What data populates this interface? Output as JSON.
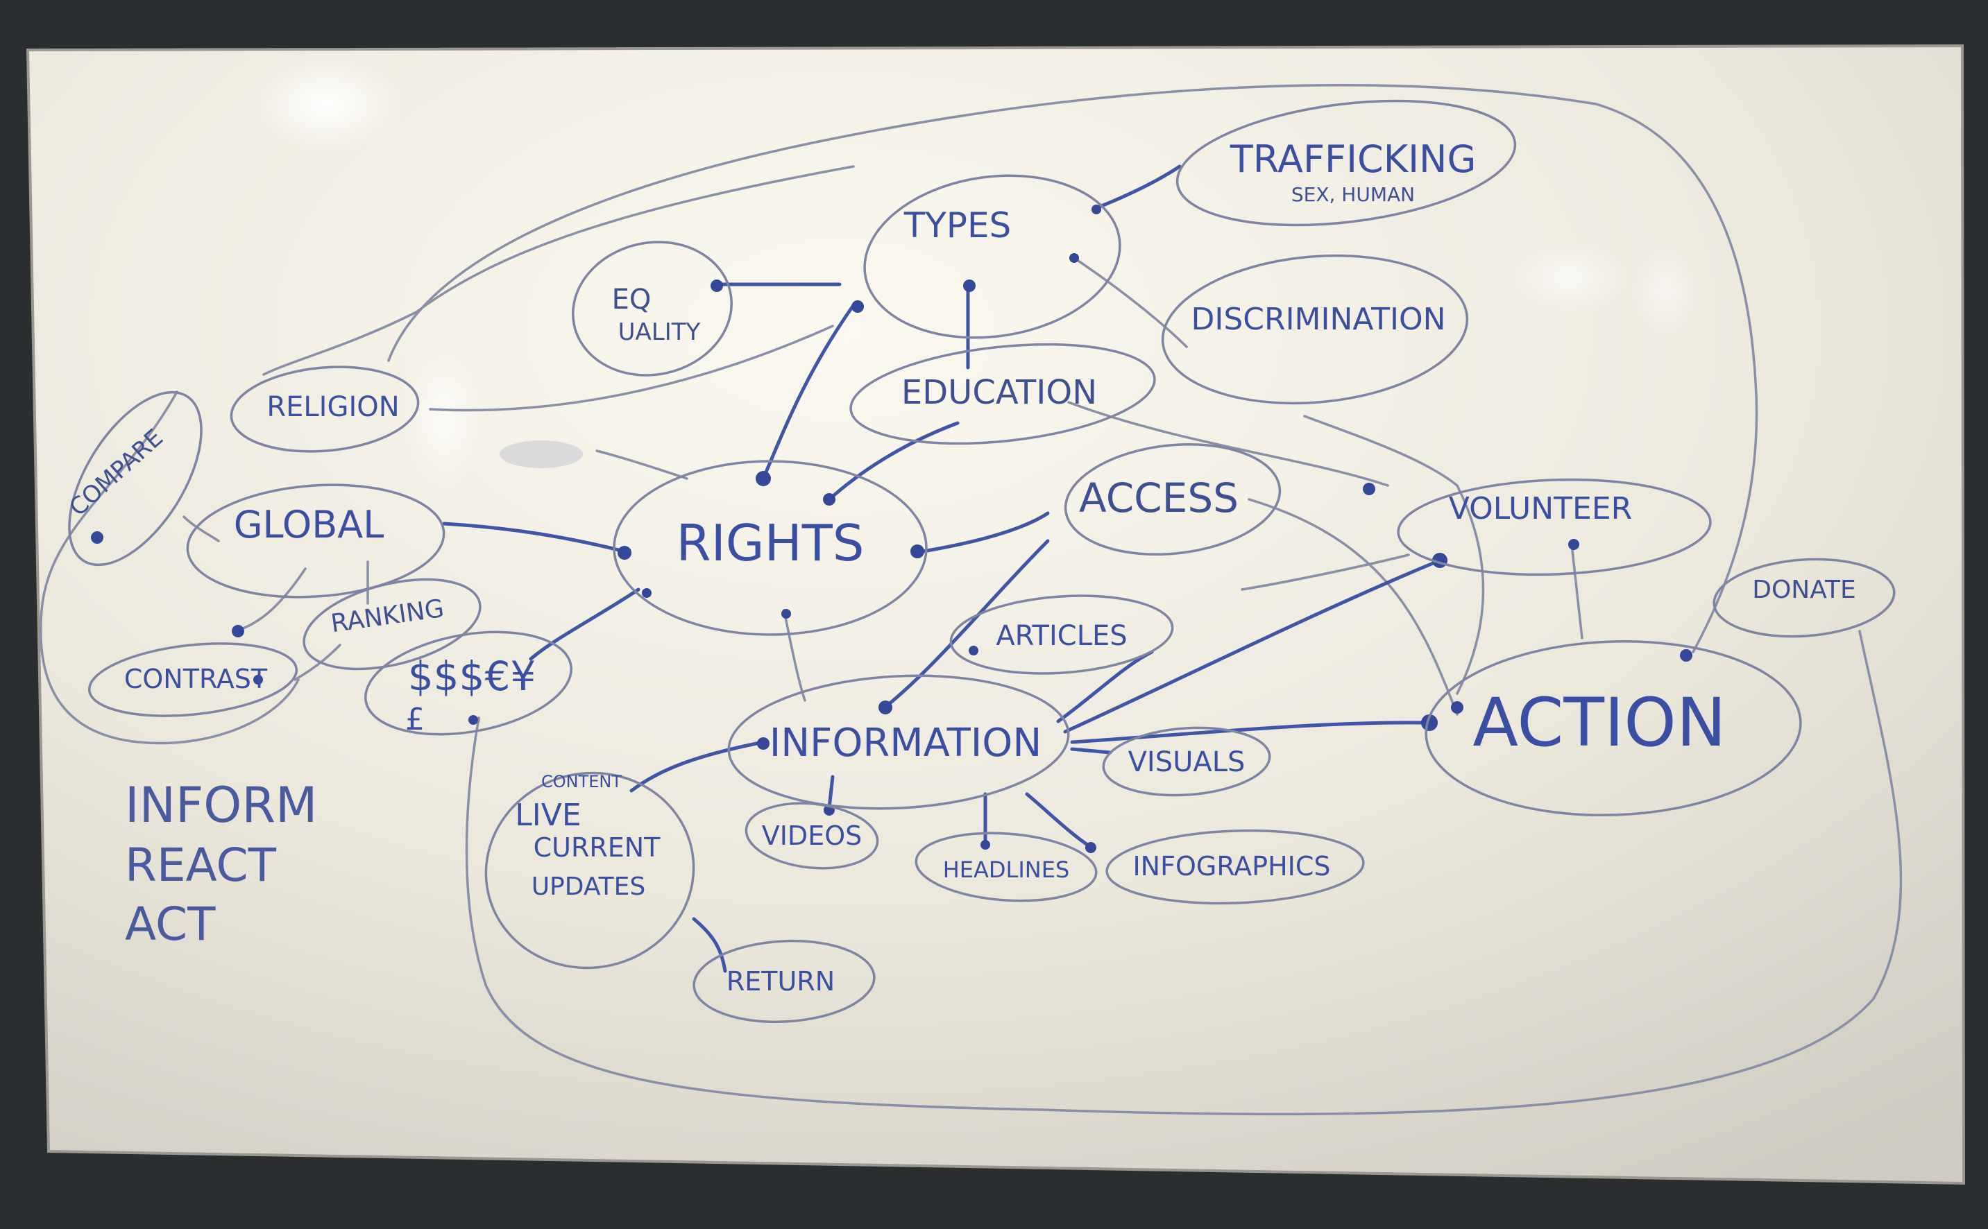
{
  "whiteboard": {
    "nodes": {
      "types": "TYPES",
      "trafficking": "TRAFFICKING",
      "trafficking_sub": "SEX, HUMAN",
      "equality_line1": "EQ",
      "equality_line2": "UALITY",
      "discrimination": "DISCRIMINATION",
      "religion": "RELIGION",
      "education": "EDUCATION",
      "compare": "COMPARE",
      "global": "GLOBAL",
      "rights": "RIGHTS",
      "access": "ACCESS",
      "volunteer": "VOLUNTEER",
      "contrast": "CONTRAST",
      "ranking": "RANKING",
      "money_line1": "$$$€¥",
      "money_line2": "£",
      "articles": "ARTICLES",
      "donate": "DONATE",
      "information": "INFORMATION",
      "action": "ACTION",
      "visuals": "VISUALS",
      "content": "CONTENT",
      "live": "LIVE",
      "current": "CURRENT",
      "updates": "UPDATES",
      "videos": "VIDEOS",
      "headlines": "HEADLINES",
      "infographics": "INFOGRAPHICS",
      "return": "RETURN"
    },
    "side_note": [
      "INFORM",
      "REACT",
      "ACT"
    ],
    "colors": {
      "marker": "#3a4fa3",
      "board": "#f2efe6",
      "frame": "#2b2e31"
    }
  }
}
